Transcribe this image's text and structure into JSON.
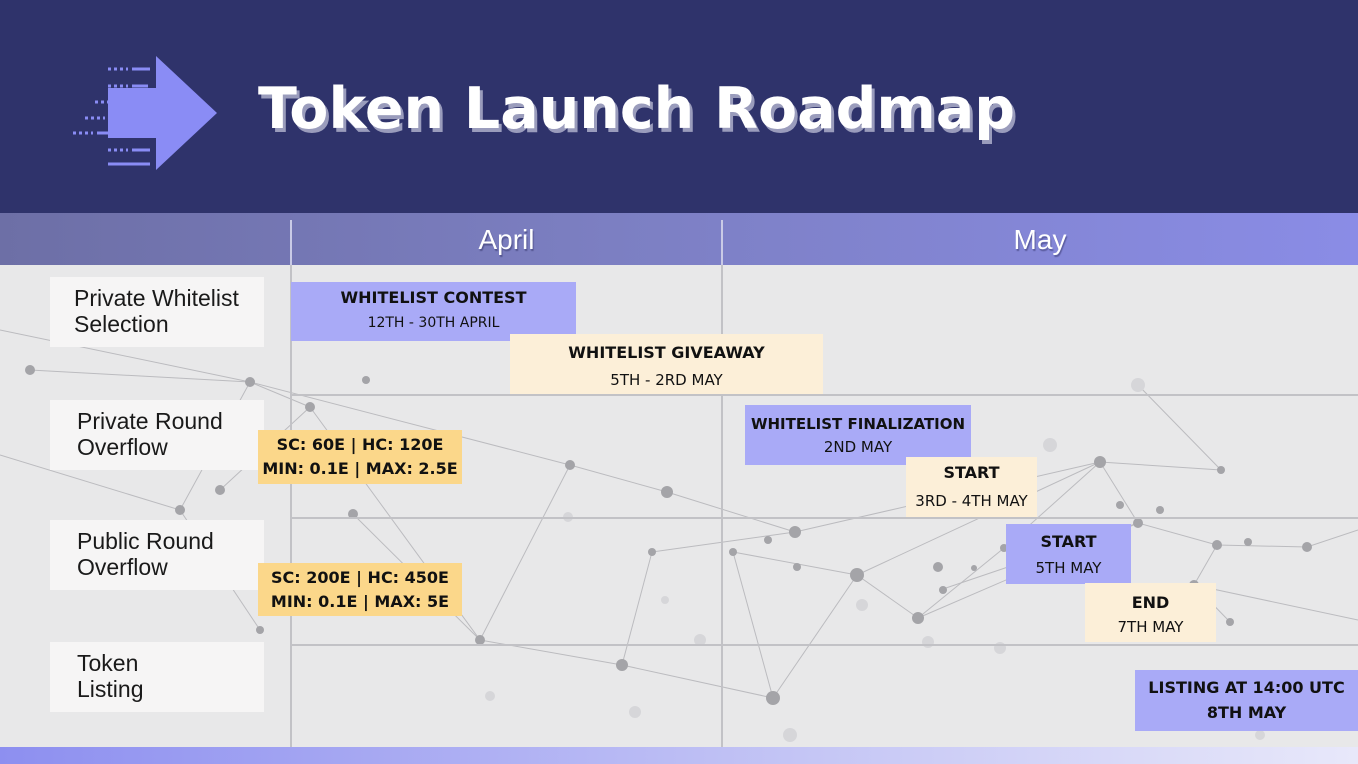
{
  "title": "Token Launch Roadmap",
  "months": [
    "April",
    "May"
  ],
  "rows": [
    {
      "line1": "Private Whitelist",
      "line2": "Selection"
    },
    {
      "line1": "Private Round",
      "line2": "Overflow"
    },
    {
      "line1": "Public Round",
      "line2": "Overflow"
    },
    {
      "line1": "Token",
      "line2": "Listing"
    }
  ],
  "tasks": {
    "whitelist_contest": {
      "title": "WHITELIST CONTEST",
      "dates": "12TH - 30TH APRIL"
    },
    "whitelist_giveaway": {
      "title": "WHITELIST GIVEAWAY",
      "dates": "5TH - 2RD MAY"
    },
    "private_caps": {
      "line1": "SC: 60E | HC: 120E",
      "line2": "MIN: 0.1E | MAX: 2.5E"
    },
    "whitelist_finalization": {
      "title": "WHITELIST FINALIZATION",
      "dates": "2ND MAY"
    },
    "private_start": {
      "title": "START",
      "dates": "3RD - 4TH MAY"
    },
    "public_caps": {
      "line1": "SC: 200E | HC: 450E",
      "line2": "MIN: 0.1E | MAX: 5E"
    },
    "public_start": {
      "title": "START",
      "dates": "5TH MAY"
    },
    "public_end": {
      "title": "END",
      "dates": "7TH MAY"
    },
    "listing": {
      "title": "LISTING AT 14:00 UTC",
      "dates": "8TH MAY"
    }
  },
  "colors": {
    "header": "#2f336b",
    "accent": "#8a8ce6",
    "purple_task": "#a9aaf7",
    "cream_task": "#fcefd8",
    "gold_task": "#fbd78a"
  },
  "icons": {
    "logo": "arrow-speed-icon"
  }
}
